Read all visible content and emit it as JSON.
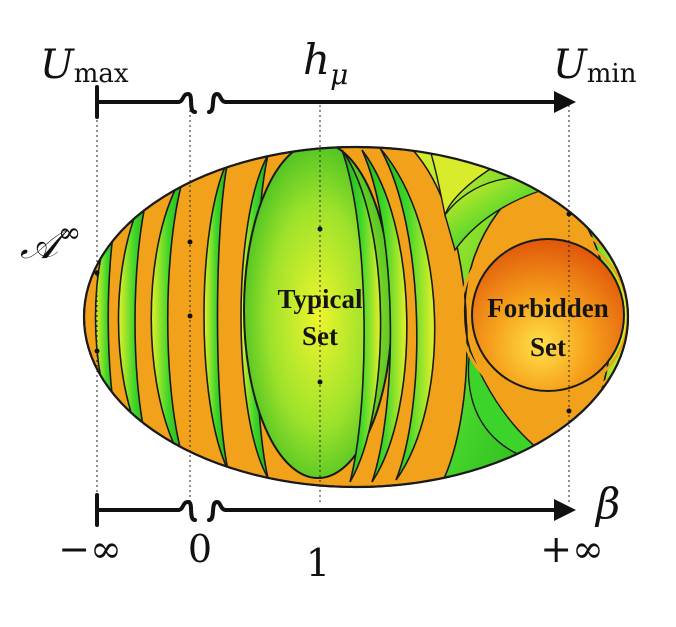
{
  "top_axis": {
    "left_label": "U",
    "left_sub": "max",
    "center_label": "h",
    "center_sub": "μ",
    "right_label": "U",
    "right_sub": "min"
  },
  "side_label": {
    "symbol": "𝒜",
    "sup": "∞"
  },
  "regions": {
    "typical_line1": "Typical",
    "typical_line2": "Set",
    "forbidden_line1": "Forbidden",
    "forbidden_line2": "Set"
  },
  "bottom_axis": {
    "label": "β",
    "ticks": [
      "−∞",
      "0",
      "1",
      "+∞"
    ]
  },
  "colors": {
    "orange": "#f2a21a",
    "green": "#2fd42a",
    "yellow_green": "#e4f02a",
    "outline": "#1a1a1a"
  }
}
